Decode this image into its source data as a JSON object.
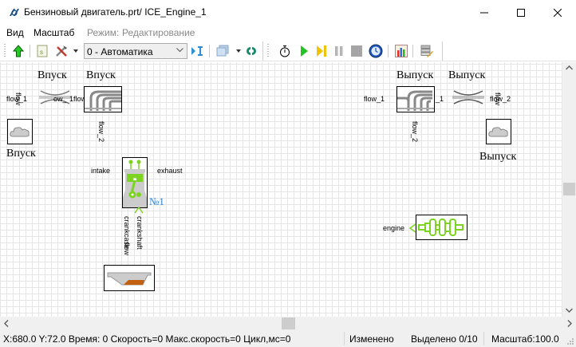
{
  "window": {
    "title": "Бензиновый двигатель.prt/ ICE_Engine_1",
    "icon": "app-logo-icon",
    "controls": [
      "minimize-icon",
      "maximize-icon",
      "close-icon"
    ]
  },
  "menu": {
    "items": [
      "Вид",
      "Масштаб"
    ],
    "mode_label": "Режим:",
    "mode_value": "Редактирование"
  },
  "toolbar": {
    "left_icons": [
      "up-arrow-icon",
      "script-icon",
      "tools-icon",
      "dropdown-icon"
    ],
    "mode_select": {
      "value": "0 - Автоматика"
    },
    "middle_icons": [
      "fit-icon",
      "layers-icon",
      "dropdown-icon",
      "refresh-icon"
    ],
    "run_icons": [
      "stopwatch-icon",
      "play-icon",
      "step-icon",
      "pause-icon",
      "stop-icon",
      "clock-icon",
      "chart-icon",
      "edit-data-icon"
    ]
  },
  "canvas": {
    "colors": {
      "accent_green": "#7dd321",
      "grid": "#e6e6e6",
      "label_blue": "#2a7fd4",
      "oil": "#c06010"
    },
    "left": {
      "label_throttle": "Впуск",
      "label_manifold": "Впуск",
      "label_source": "Впуск",
      "port_flow1_a": "flow_1",
      "port_flow_vert": "flow",
      "port_overlap": "1flow_2",
      "port_overlap_left": "ow_",
      "port_flow2_vert": "flow_2"
    },
    "engine": {
      "port_intake": "intake",
      "port_exhaust": "exhaust",
      "number_label": "№1",
      "port_crankcase": "crankcase",
      "port_crankcase_overlap": "flow",
      "port_crankshaft": "crankshaft"
    },
    "right": {
      "label_manifold": "Выпуск",
      "label_throttle": "Выпуск",
      "label_sink": "Выпуск",
      "port_flow1": "flow_1",
      "port_1": "_1",
      "port_flow2": "flow_2",
      "port_flow_vert": "flow",
      "port_flow2_vert": "flow_2"
    },
    "crankshaft": {
      "port_engine": "engine"
    }
  },
  "status": {
    "coords": "X:680.0  Y:72.0 Время: 0 Скорость=0 Макс.скорость=0 Цикл,мс=0",
    "modified": "Изменено",
    "selected": "Выделено 0/10",
    "scale": "Масштаб:100.0"
  }
}
